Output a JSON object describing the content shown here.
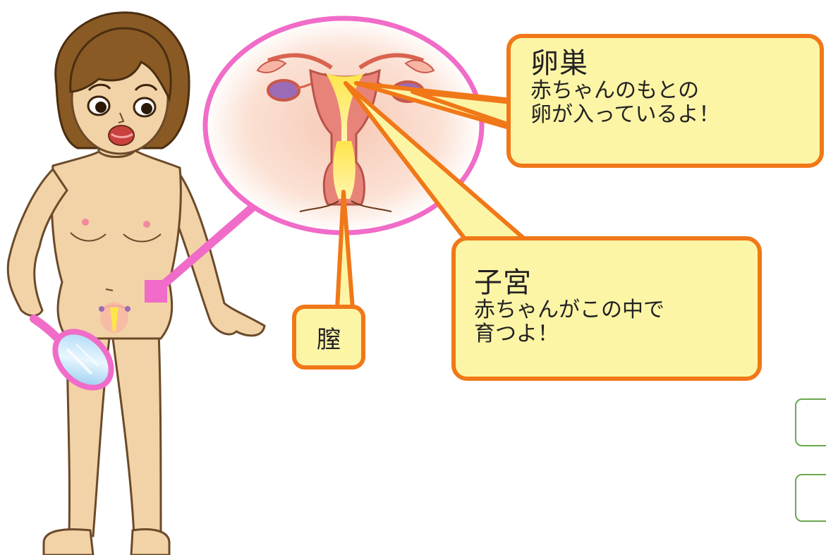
{
  "callouts": {
    "ovary": {
      "title": "卵巣",
      "body": "赤ちゃんのもとの\n卵が入っているよ！"
    },
    "uterus": {
      "title": "子宮",
      "body": "赤ちゃんがこの中で\n育つよ！"
    },
    "vagina": {
      "title": "膣"
    }
  },
  "colors": {
    "callout_fill": "#fdf5a6",
    "callout_border": "#f07818",
    "magnifier_ring": "#f06cc8",
    "arrow": "#f06cc8",
    "skin": "#f2d3a7",
    "hair": "#8a5a25"
  },
  "icons": [
    "hand-mirror-icon",
    "arrow-icon"
  ]
}
